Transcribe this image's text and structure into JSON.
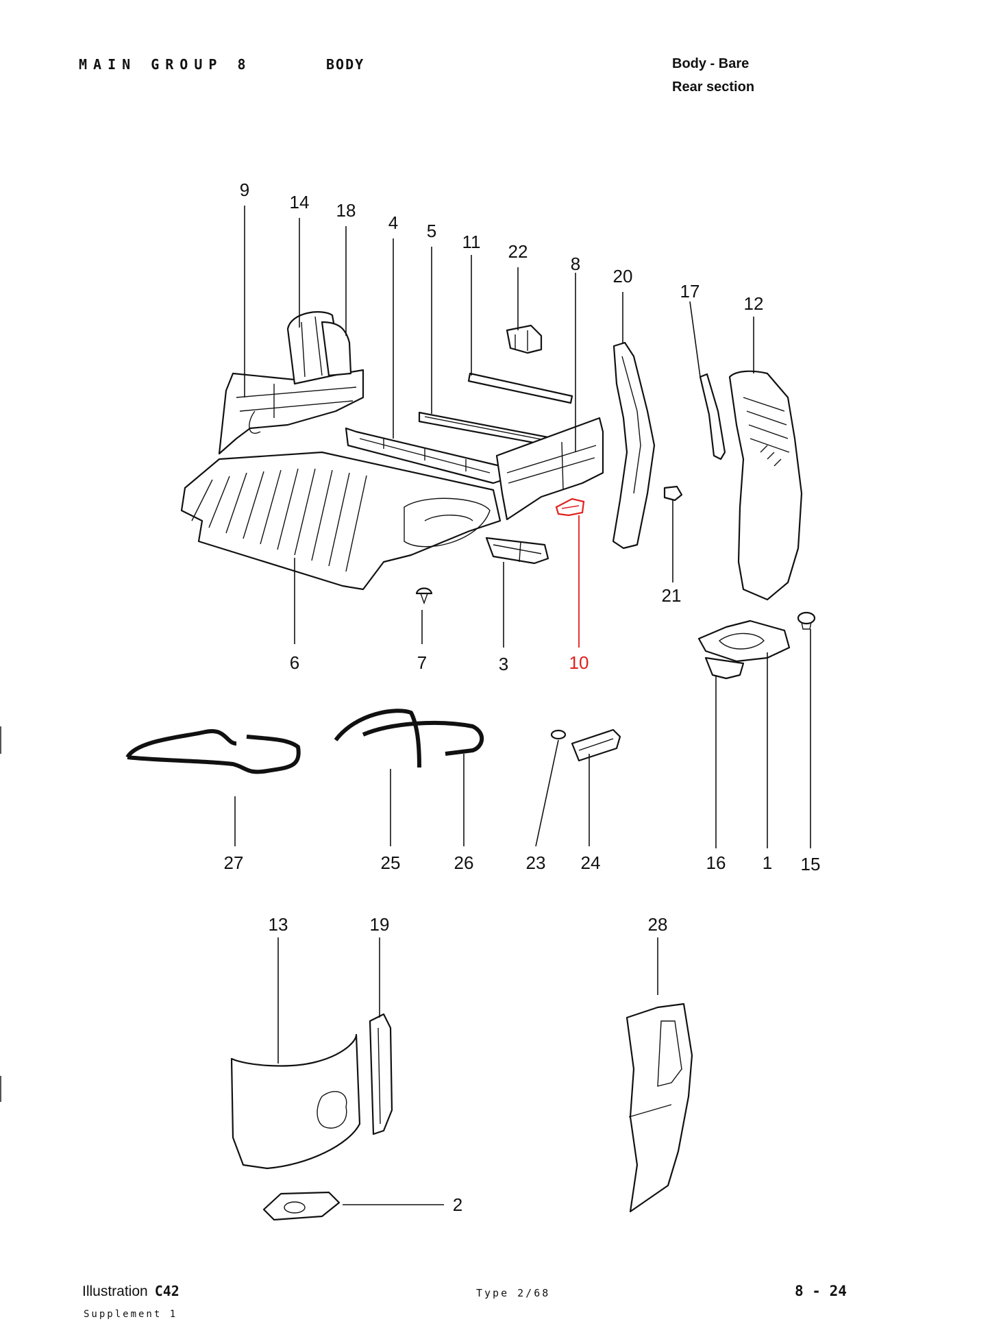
{
  "header": {
    "main_group": "MAIN GROUP 8",
    "section": "BODY",
    "subtitle_line1": "Body - Bare",
    "subtitle_line2": "Rear section"
  },
  "callouts": {
    "c9": "9",
    "c14": "14",
    "c18": "18",
    "c4": "4",
    "c5": "5",
    "c11": "11",
    "c22": "22",
    "c8": "8",
    "c20": "20",
    "c17": "17",
    "c12": "12",
    "c21": "21",
    "c6": "6",
    "c7": "7",
    "c3": "3",
    "c10": "10",
    "c16": "16",
    "c1": "1",
    "c15": "15",
    "c27": "27",
    "c25": "25",
    "c26": "26",
    "c23": "23",
    "c24": "24",
    "c13": "13",
    "c19": "19",
    "c28": "28",
    "c2": "2"
  },
  "highlight": {
    "callout": "10",
    "color": "#e0201c"
  },
  "footer": {
    "illustration_label": "Illustration",
    "illustration_code": "C42",
    "supplement": "Supplement 1",
    "type": "Type 2/68",
    "page": "8 - 24"
  }
}
